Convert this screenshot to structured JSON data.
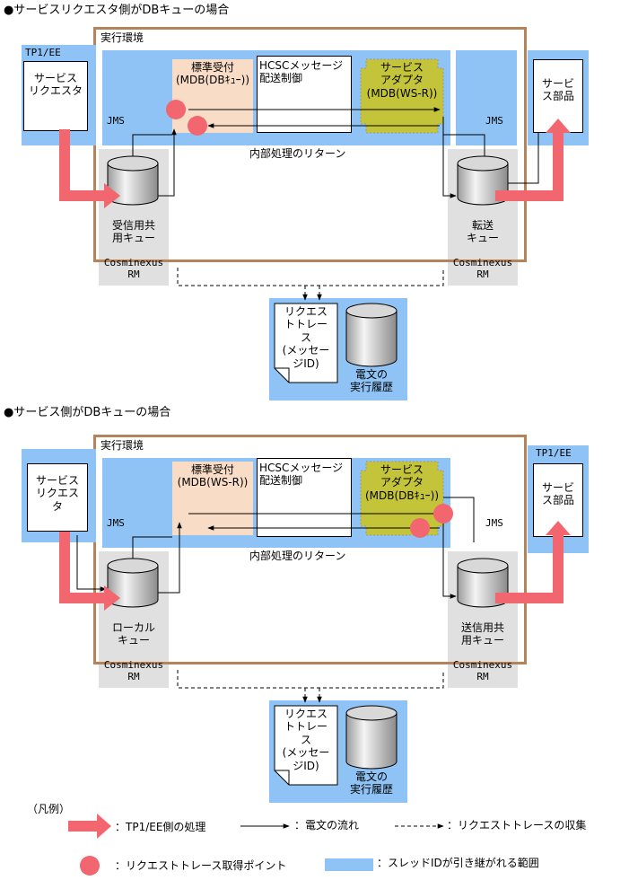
{
  "diagram1": {
    "title": "●サービスリクエスタ側がDBキューの場合",
    "tp1_label": "TP1/EE",
    "requester_label": "サービス\nリクエスタ",
    "exec_env": "実行環境",
    "std_recv": "標準受付\n(MDB(DBｷｭｰ))",
    "hcsc": "HCSCメッセージ\n配送制御",
    "adapter": "サービス\nアダプタ\n(MDB(WS-R))",
    "jms_left": "JMS",
    "jms_right": "JMS",
    "service_part": "サービ\nス部品",
    "return_label": "内部処理のリターン",
    "queue_left": "受信用共\n用キュー",
    "queue_right": "転送\nキュー",
    "rm_left": "Cosminexus\nRM",
    "rm_right": "Cosminexus\nRM",
    "trace": "リクエス\nトトレー\nス\n(メッセー\nジID)",
    "history": "電文の\n実行履歴"
  },
  "diagram2": {
    "title": "●サービス側がDBキューの場合",
    "tp1_label": "TP1/EE",
    "requester_label": "サービス\nリクエス\nタ",
    "exec_env": "実行環境",
    "std_recv": "標準受付\n(MDB(WS-R))",
    "hcsc": "HCSCメッセージ\n配送制御",
    "adapter": "サービス\nアダプタ\n(MDB(DBｷｭｰ))",
    "jms_left": "JMS",
    "jms_right": "JMS",
    "service_part": "サービ\nス部品",
    "return_label": "内部処理のリターン",
    "queue_left": "ローカル\nキュー",
    "queue_right": "送信用共\n用キュー",
    "rm_left": "Cosminexus\nRM",
    "rm_right": "Cosminexus\nRM",
    "trace": "リクエス\nトトレー\nス\n(メッセー\nジID)",
    "history": "電文の\n実行履歴"
  },
  "legend": {
    "title": "（凡例）",
    "tp1_processing": "：TP1/EE側の処理",
    "message_flow": "：電文の流れ",
    "trace_collect": "：リクエストトレースの収集",
    "trace_point": "：リクエストトレース取得ポイント",
    "thread_range": "：スレッドIDが引き継がれる範囲"
  },
  "colors": {
    "blue": "#8fc3f5",
    "gray": "#e0e0e0",
    "brown": "#b5835a",
    "peach": "#f8dcc6",
    "olive": "#c4c43a",
    "red": "#f26670"
  }
}
